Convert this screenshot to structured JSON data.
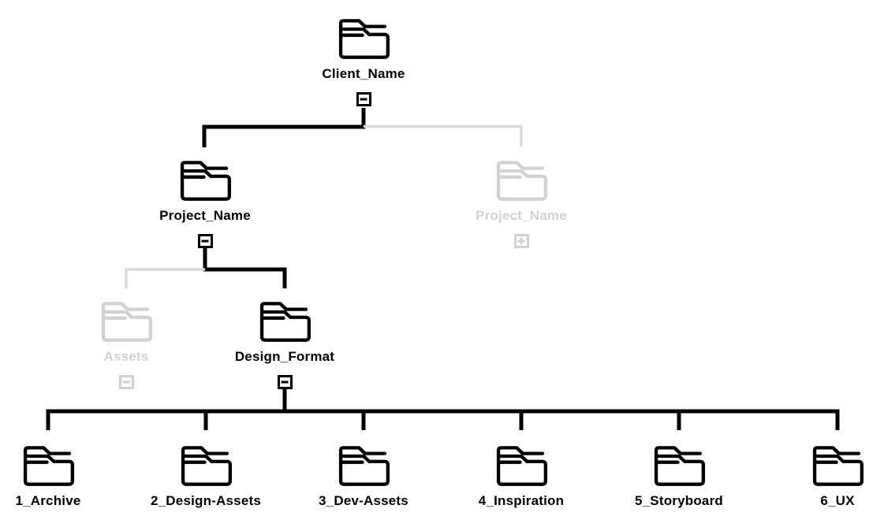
{
  "colors": {
    "black": "#000000",
    "gray": "#d2d2d2",
    "gray_line": "#d9d9d9",
    "background": "#ffffff"
  },
  "diagram": {
    "type": "folder-structure-tree",
    "hierarchy": [
      {
        "parent": "Client_Name",
        "child": "Project_Name",
        "state": "active-expanded"
      },
      {
        "parent": "Client_Name",
        "child": "Project_Name",
        "state": "inactive-collapsed"
      },
      {
        "parent": "Project_Name",
        "child": "Assets",
        "state": "inactive"
      },
      {
        "parent": "Project_Name",
        "child": "Design_Format",
        "state": "active-expanded"
      },
      {
        "parent": "Design_Format",
        "child": "1_Archive",
        "state": "active"
      },
      {
        "parent": "Design_Format",
        "child": "2_Design-Assets",
        "state": "active"
      },
      {
        "parent": "Design_Format",
        "child": "3_Dev-Assets",
        "state": "active"
      },
      {
        "parent": "Design_Format",
        "child": "4_Inspiration",
        "state": "active"
      },
      {
        "parent": "Design_Format",
        "child": "5_Storyboard",
        "state": "active"
      },
      {
        "parent": "Design_Format",
        "child": "6_UX",
        "state": "active"
      }
    ]
  },
  "nodes": {
    "client": {
      "label": "Client_Name",
      "expander": "minus"
    },
    "project_active": {
      "label": "Project_Name",
      "expander": "minus"
    },
    "project_inactive": {
      "label": "Project_Name",
      "expander": "plus"
    },
    "assets": {
      "label": "Assets",
      "expander": "minus"
    },
    "design_format": {
      "label": "Design_Format",
      "expander": "minus"
    },
    "archive": {
      "label": "1_Archive"
    },
    "design_assets": {
      "label": "2_Design-Assets"
    },
    "dev_assets": {
      "label": "3_Dev-Assets"
    },
    "inspiration": {
      "label": "4_Inspiration"
    },
    "storyboard": {
      "label": "5_Storyboard"
    },
    "ux": {
      "label": "6_UX"
    }
  }
}
